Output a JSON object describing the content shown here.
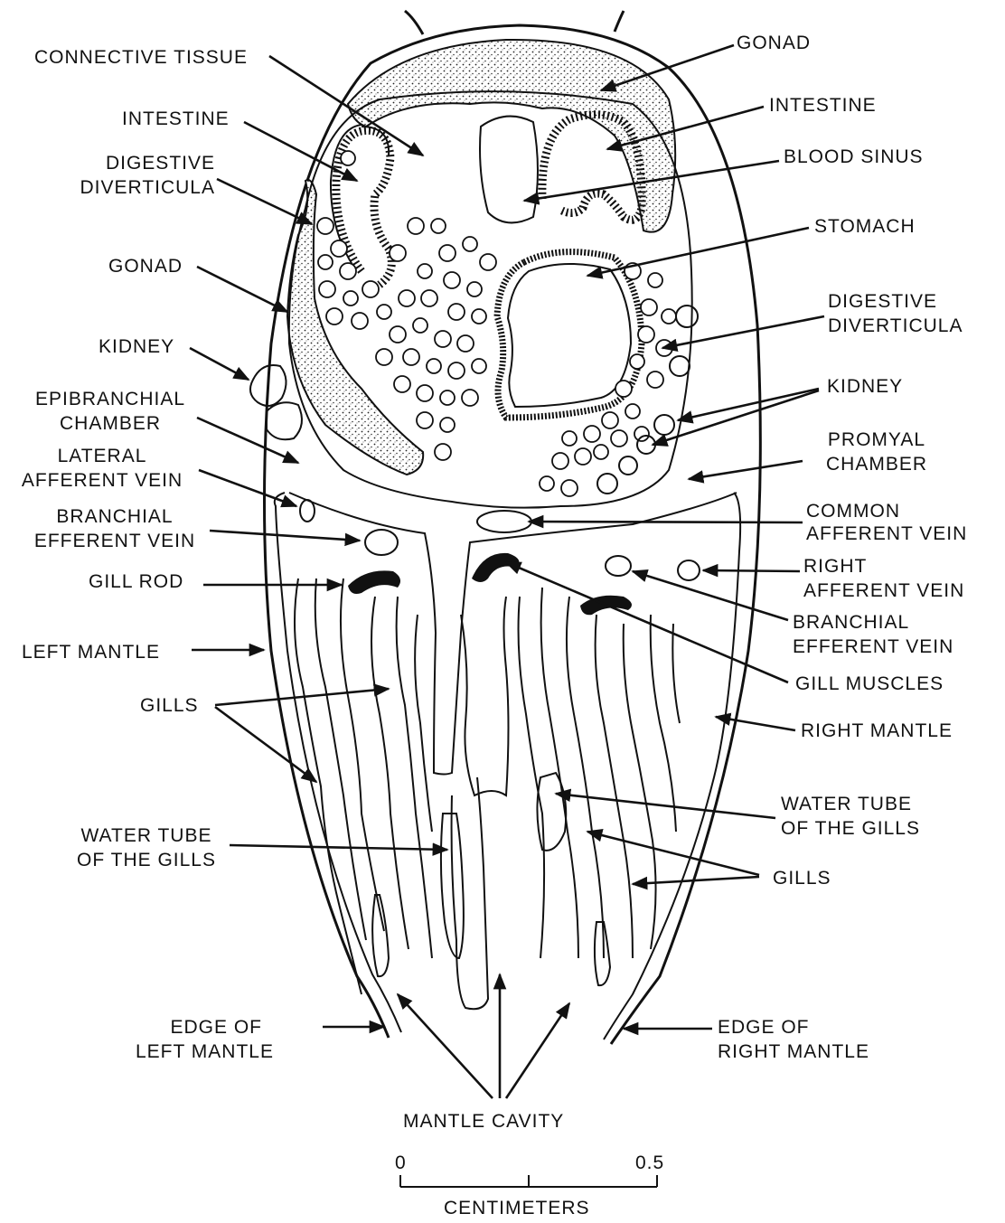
{
  "labels": {
    "connective_tissue": "CONNECTIVE TISSUE",
    "gonad_top": "GONAD",
    "intestine_left": "INTESTINE",
    "intestine_right": "INTESTINE",
    "digestive_diverticula_left": [
      "DIGESTIVE",
      "DIVERTICULA"
    ],
    "blood_sinus": "BLOOD SINUS",
    "stomach": "STOMACH",
    "gonad_left": "GONAD",
    "digestive_diverticula_right": [
      "DIGESTIVE",
      "DIVERTICULA"
    ],
    "kidney_left": "KIDNEY",
    "kidney_right": "KIDNEY",
    "epibranchial_chamber": [
      "EPIBRANCHIAL",
      "CHAMBER"
    ],
    "promyal_chamber": [
      "PROMYAL",
      "CHAMBER"
    ],
    "lateral_afferent_vein": [
      "LATERAL",
      "AFFERENT VEIN"
    ],
    "common_afferent_vein": [
      "COMMON",
      "AFFERENT VEIN"
    ],
    "branchial_efferent_vein_left": [
      "BRANCHIAL",
      "EFFERENT VEIN"
    ],
    "right_afferent_vein": [
      "RIGHT",
      "AFFERENT VEIN"
    ],
    "gill_rod": "GILL ROD",
    "branchial_efferent_vein_right": [
      "BRANCHIAL",
      "EFFERENT VEIN"
    ],
    "left_mantle": "LEFT MANTLE",
    "gill_muscles": "GILL MUSCLES",
    "gills_left": "GILLS",
    "right_mantle": "RIGHT MANTLE",
    "water_tube_right": [
      "WATER TUBE",
      "OF THE GILLS"
    ],
    "water_tube_left": [
      "WATER TUBE",
      "OF THE GILLS"
    ],
    "gills_right": "GILLS",
    "edge_left_mantle": [
      "EDGE OF",
      "LEFT MANTLE"
    ],
    "edge_right_mantle": [
      "EDGE OF",
      "RIGHT MANTLE"
    ],
    "mantle_cavity": "MANTLE CAVITY"
  },
  "scale_bar": {
    "start_label": "0",
    "end_label": "0.5",
    "unit": "CENTIMETERS"
  }
}
